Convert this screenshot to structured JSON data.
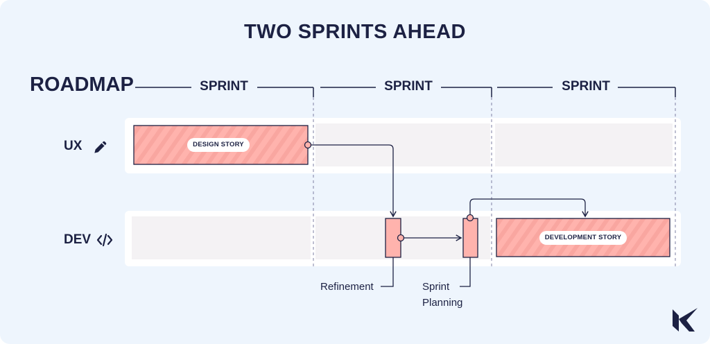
{
  "title": "TWO SPRINTS AHEAD",
  "roadmap_label": "ROADMAP",
  "sprints": [
    "SPRINT",
    "SPRINT",
    "SPRINT"
  ],
  "rows": {
    "ux": {
      "label": "UX",
      "icon": "pencil-icon"
    },
    "dev": {
      "label": "DEV",
      "icon": "code-brackets-icon"
    }
  },
  "stories": {
    "design": "DESIGN STORY",
    "development": "DEVELOPMENT STORY"
  },
  "annotations": {
    "refinement": "Refinement",
    "sprint_planning_line1": "Sprint",
    "sprint_planning_line2": "Planning"
  },
  "colors": {
    "navy": "#1c2143",
    "story_fill": "#ffb3ad",
    "lane_fill": "#f4f2f4",
    "background": "#eef5fd",
    "divider": "#7d7fa3"
  },
  "logo": "brand-logo"
}
